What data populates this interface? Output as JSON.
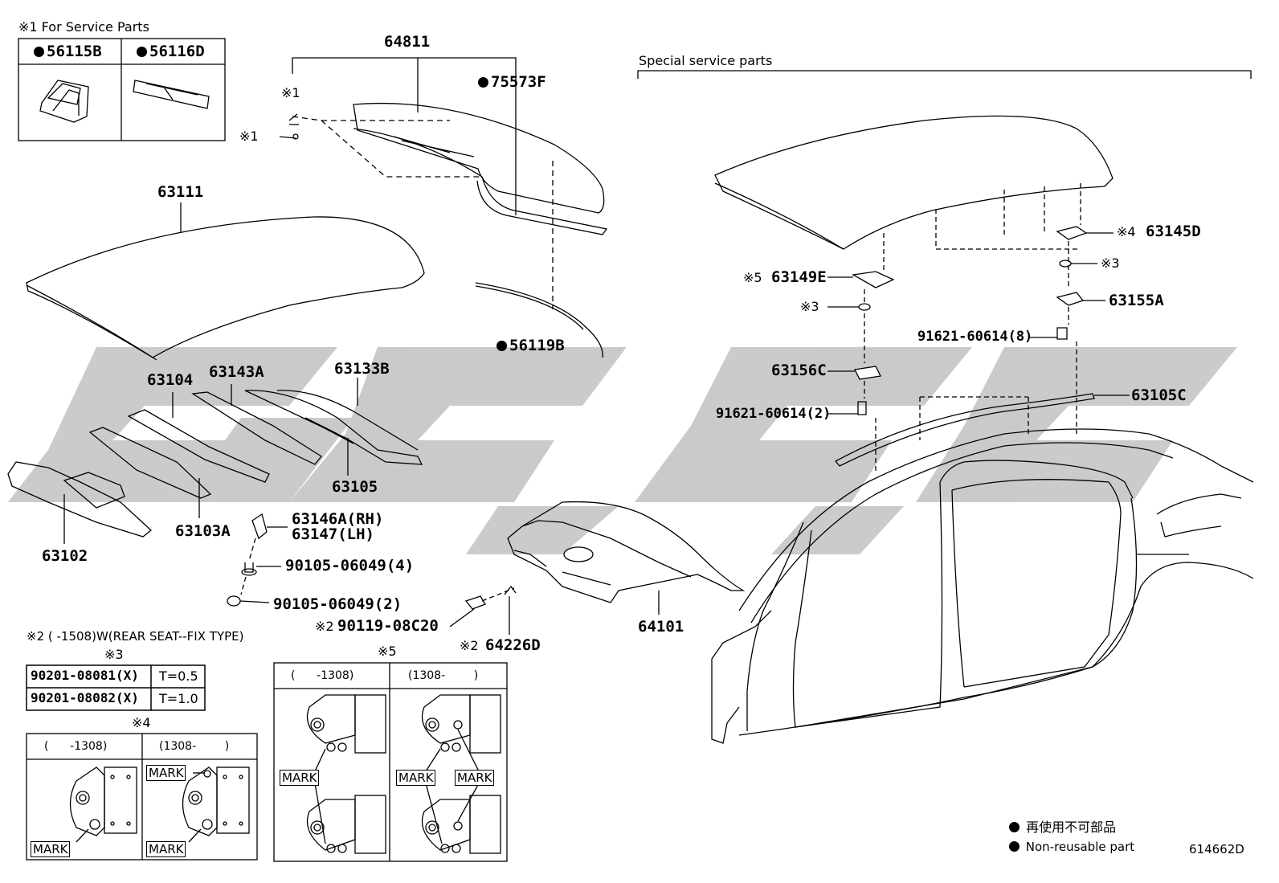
{
  "service_parts": {
    "title": "※1 For Service Parts",
    "part_a": "56115B",
    "part_b": "56116D"
  },
  "special": {
    "title": "Special service parts"
  },
  "parts": {
    "p64811": "64811",
    "p75573F": "75573F",
    "note1a": "※1",
    "note1b": "※1",
    "p63111": "63111",
    "p56119B": "56119B",
    "p63104": "63104",
    "p63143A": "63143A",
    "p63133B": "63133B",
    "p63105": "63105",
    "p63103A": "63103A",
    "p63102": "63102",
    "p63146A": "63146A(RH)",
    "p63147": "63147(LH)",
    "bolt1": "90105-06049(4)",
    "bolt2": "90105-06049(2)",
    "note2a": "※2",
    "bolt3": "90119-08C20",
    "note2b": "※2",
    "p64226D": "64226D",
    "p64101": "64101",
    "note4": "※4",
    "p63145D": "63145D",
    "note3a": "※3",
    "note5": "※5",
    "p63149E": "63149E",
    "note3b": "※3",
    "p63155A": "63155A",
    "bolt4": "91621-60614(8)",
    "p63156C": "63156C",
    "bolt5": "91621-60614(2)",
    "p63105C": "63105C"
  },
  "footnote2": "※2 (      -1508)W(REAR SEAT--FIX TYPE)",
  "table3": {
    "title": "※3",
    "rows": [
      {
        "part": "90201-08081(X)",
        "t": "T=0.5"
      },
      {
        "part": "90201-08082(X)",
        "t": "T=1.0"
      }
    ]
  },
  "table4": {
    "title": "※4",
    "col1": "(      -1308)",
    "col2": "(1308-        )",
    "mark": "MARK"
  },
  "table5": {
    "title": "※5",
    "col1": "(      -1308)",
    "col2": "(1308-        )",
    "mark": "MARK"
  },
  "legend": {
    "jp": "再使用不可部品",
    "en": "Non-reusable part"
  },
  "ref_code": "614662D"
}
